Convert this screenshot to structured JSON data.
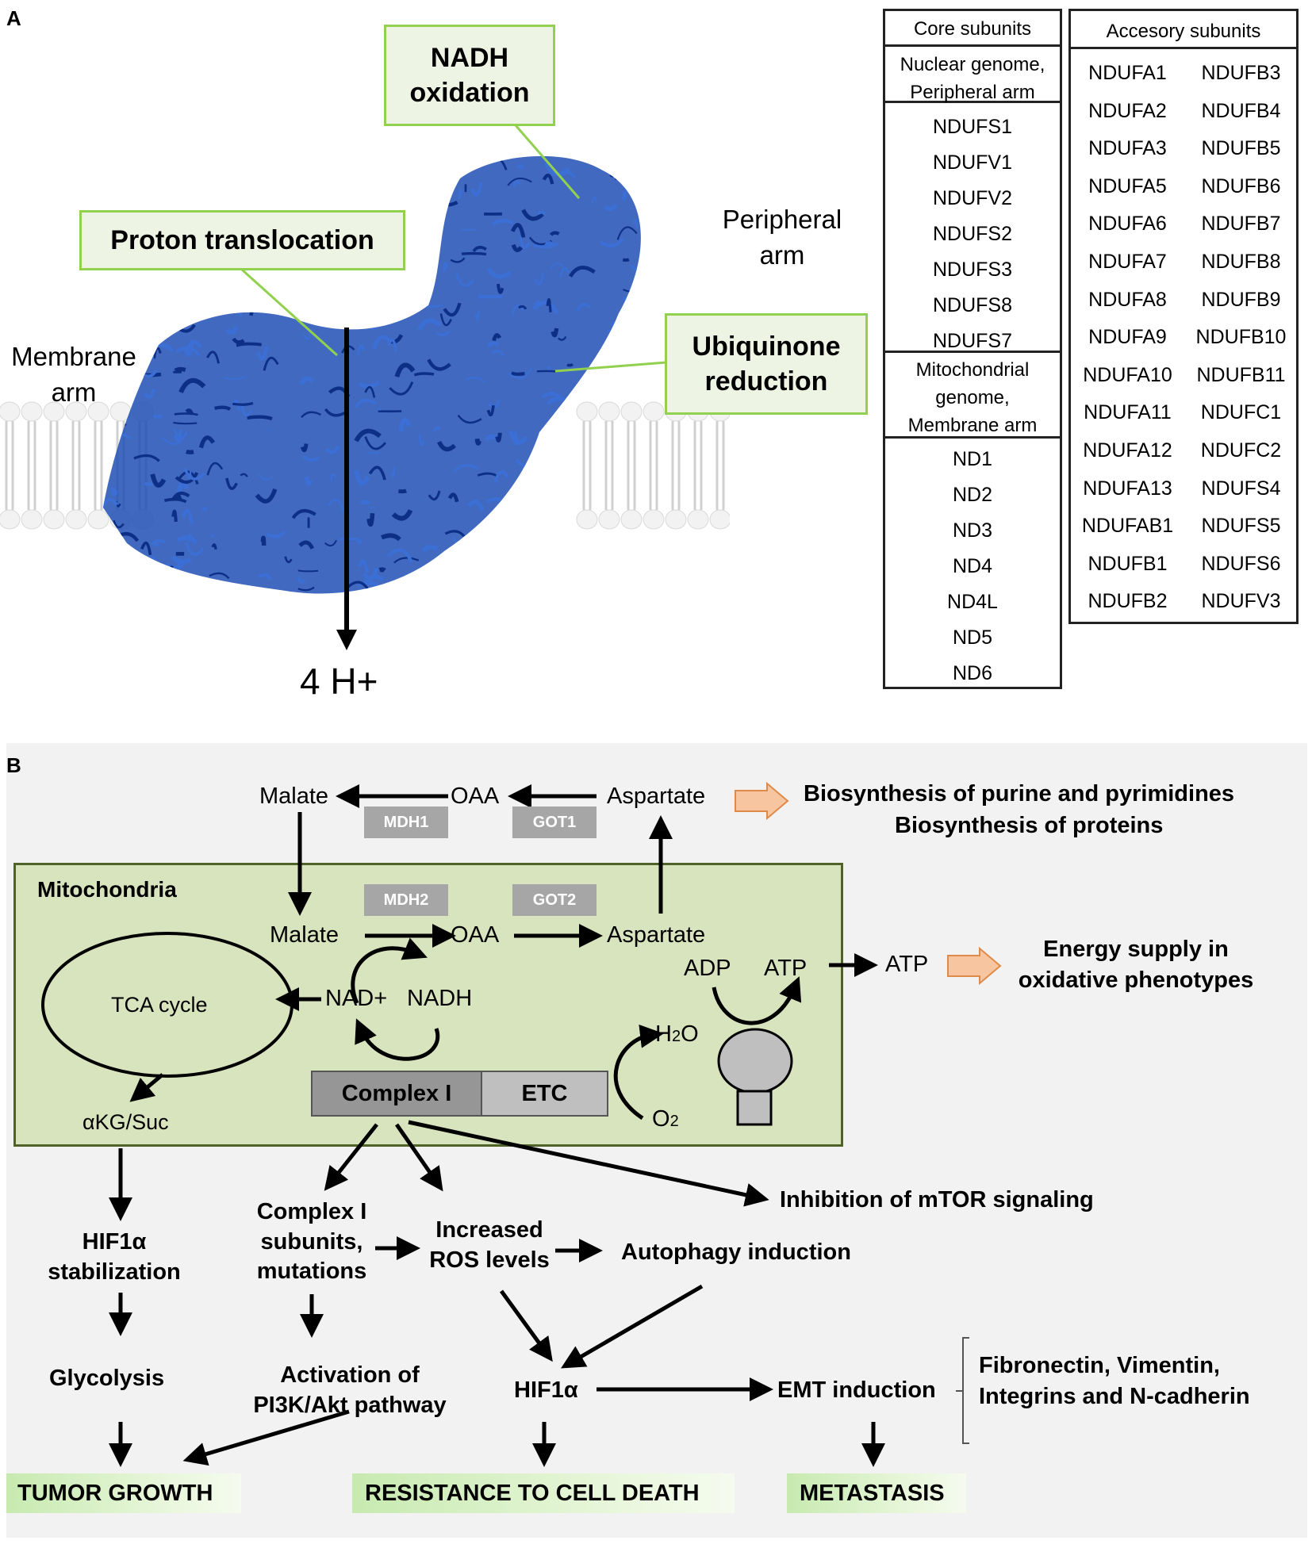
{
  "panel_a": {
    "letter": "A",
    "callouts": {
      "nadh": "NADH oxidation",
      "proton": "Proton translocation",
      "ubiquinone": "Ubiquinone reduction"
    },
    "arms": {
      "peripheral": "Peripheral arm",
      "membrane": "Membrane arm"
    },
    "protons": "4 H+",
    "core_table": {
      "header": "Core subunits",
      "nuclear_header": "Nuclear genome, Peripheral arm",
      "nuclear": [
        "NDUFS1",
        "NDUFV1",
        "NDUFV2",
        "NDUFS2",
        "NDUFS3",
        "NDUFS8",
        "NDUFS7"
      ],
      "mito_header": "Mitochondrial genome, Membrane arm",
      "mito": [
        "ND1",
        "ND2",
        "ND3",
        "ND4",
        "ND4L",
        "ND5",
        "ND6"
      ]
    },
    "accessory_table": {
      "header": "Accesory subunits",
      "col1": [
        "NDUFA1",
        "NDUFA2",
        "NDUFA3",
        "NDUFA5",
        "NDUFA6",
        "NDUFA7",
        "NDUFA8",
        "NDUFA9",
        "NDUFA10",
        "NDUFA11",
        "NDUFA12",
        "NDUFA13",
        "NDUFAB1",
        "NDUFB1",
        "NDUFB2"
      ],
      "col2": [
        "NDUFB3",
        "NDUFB4",
        "NDUFB5",
        "NDUFB6",
        "NDUFB7",
        "NDUFB8",
        "NDUFB9",
        "NDUFB10",
        "NDUFB11",
        "NDUFC1",
        "NDUFC2",
        "NDUFS4",
        "NDUFS5",
        "NDUFS6",
        "NDUFV3"
      ]
    }
  },
  "panel_b": {
    "letter": "B",
    "cyto": {
      "malate": "Malate",
      "oaa": "OAA",
      "aspartate": "Aspartate",
      "mdh1": "MDH1",
      "got1": "GOT1",
      "biosynthesis1": "Biosynthesis of purine and pyrimidines",
      "biosynthesis2": "Biosynthesis of proteins"
    },
    "mito": {
      "label": "Mitochondria",
      "mdh2": "MDH2",
      "got2": "GOT2",
      "malate": "Malate",
      "oaa": "OAA",
      "aspartate": "Aspartate",
      "tca": "TCA cycle",
      "nad": "NAD+",
      "nadh": "NADH",
      "adp": "ADP",
      "atp": "ATP",
      "h2o_h": "H",
      "h2o_sub": "2",
      "h2o_o": "O",
      "o2_o": "O",
      "o2_sub": "2",
      "complex1": "Complex I",
      "etc": "ETC",
      "akg": "αKG/Suc"
    },
    "atp_out": "ATP",
    "energy": "Energy supply in oxidative phenotypes",
    "effects": {
      "hif_stab": "HIF1α stabilization",
      "complex_mut": "Complex I subunits, mutations",
      "ros": "Increased ROS levels",
      "mtor": "Inhibition of mTOR signaling",
      "autophagy": "Autophagy induction",
      "glycolysis": "Glycolysis",
      "pi3k": "Activation of PI3K/Akt pathway",
      "hif": "HIF1α",
      "emt": "EMT induction",
      "emt_markers": "Fibronectin, Vimentin, Integrins and N-cadherin"
    },
    "outcomes": {
      "tumor": "TUMOR GROWTH",
      "resistance": "RESISTANCE TO CELL DEATH",
      "metastasis": "METASTASIS"
    },
    "colors": {
      "mito_fill": "#d7e4bd",
      "mito_border": "#4f6228",
      "callout_border": "#92d050",
      "protein": "#1f4fb4",
      "orange_arrow": "#f7c59f"
    }
  }
}
